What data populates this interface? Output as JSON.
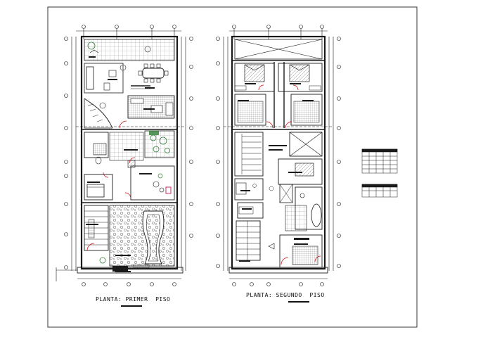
{
  "drawing": {
    "plans": [
      {
        "id": "first-floor",
        "title": "PLANTA: PRIMER  PISO"
      },
      {
        "id": "second-floor",
        "title": "PLANTA: SEGUNDO  PISO"
      }
    ],
    "colors": {
      "line": "#1a1a1a",
      "hatch": "#555555",
      "door_swing": "#cc0000",
      "accent_magenta": "#c2185b",
      "vegetation": "#2e7d32",
      "paper": "#ffffff"
    }
  }
}
